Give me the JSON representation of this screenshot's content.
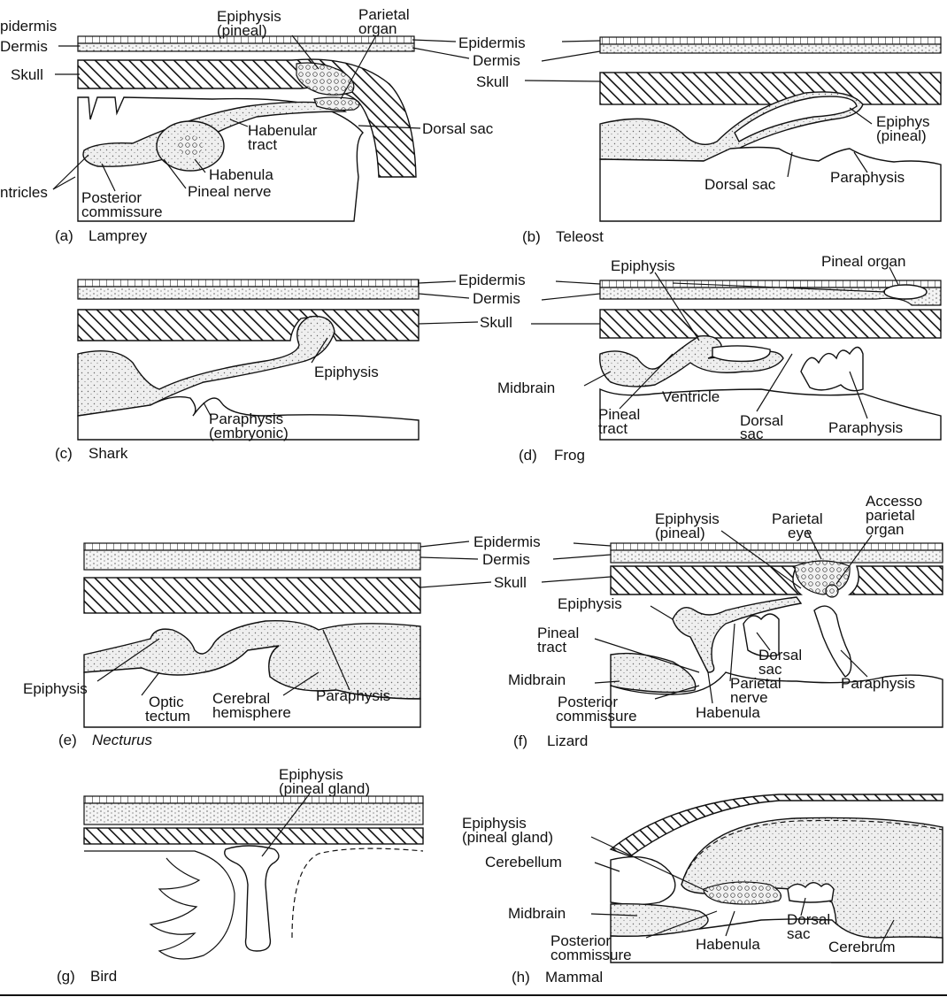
{
  "panels": {
    "a": {
      "caption_letter": "(a)",
      "caption_name": "Lamprey",
      "labels": {
        "epidermis": "pidermis",
        "dermis": "Dermis",
        "skull": "Skull",
        "epiphysis_l1": "Epiphysis",
        "epiphysis_l2": "(pineal)",
        "parietal_l1": "Parietal",
        "parietal_l2": "organ",
        "dorsal_sac": "Dorsal sac",
        "habenular_l1": "Habenular",
        "habenular_l2": "tract",
        "habenula": "Habenula",
        "ventricles": "ntricles",
        "posterior_l1": "Posterior",
        "posterior_l2": "commissure",
        "pineal_nerve": "Pineal nerve"
      }
    },
    "b": {
      "caption_letter": "(b)",
      "caption_name": "Teleost",
      "labels": {
        "epidermis": "Epidermis",
        "dermis": "Dermis",
        "skull": "Skull",
        "epiphys_l1": "Epiphys",
        "epiphys_l2": "(pineal)",
        "dorsal_sac": "Dorsal sac",
        "paraphysis": "Paraphysis"
      }
    },
    "c": {
      "caption_letter": "(c)",
      "caption_name": "Shark",
      "labels": {
        "epidermis": "Epidermis",
        "dermis": "Dermis",
        "skull": "Skull",
        "epiphysis": "Epiphysis",
        "paraphysis_l1": "Paraphysis",
        "paraphysis_l2": "(embryonic)"
      }
    },
    "d": {
      "caption_letter": "(d)",
      "caption_name": "Frog",
      "labels": {
        "epiphysis": "Epiphysis",
        "pineal_organ": "Pineal organ",
        "midbrain": "Midbrain",
        "ventricle": "Ventricle",
        "pineal_tract_l1": "Pineal",
        "pineal_tract_l2": "tract",
        "dorsal_sac_l1": "Dorsal",
        "dorsal_sac_l2": "sac",
        "paraphysis": "Paraphysis"
      }
    },
    "e": {
      "caption_letter": "(e)",
      "caption_name": "Necturus",
      "labels": {
        "epidermis": "Epidermis",
        "dermis": "Dermis",
        "skull": "Skull",
        "epiphysis": "Epiphysis",
        "optic_l1": "Optic",
        "optic_l2": "tectum",
        "cerebral_l1": "Cerebral",
        "cerebral_l2": "hemisphere",
        "paraphysis": "Paraphysis"
      }
    },
    "f": {
      "caption_letter": "(f)",
      "caption_name": "Lizard",
      "labels": {
        "epiphysis_pineal_l1": "Epiphysis",
        "epiphysis_pineal_l2": "(pineal)",
        "parietal_eye_l1": "Parietal",
        "parietal_eye_l2": "eye",
        "accessory_l1": "Accesso",
        "accessory_l2": "parietal",
        "accessory_l3": "organ",
        "epiphysis": "Epiphysis",
        "pineal_tract_l1": "Pineal",
        "pineal_tract_l2": "tract",
        "midbrain": "Midbrain",
        "dorsal_sac_l1": "Dorsal",
        "dorsal_sac_l2": "sac",
        "parietal_nerve_l1": "Parietal",
        "parietal_nerve_l2": "nerve",
        "paraphysis": "Paraphysis",
        "posterior_l1": "Posterior",
        "posterior_l2": "commissure",
        "habenula": "Habenula"
      }
    },
    "g": {
      "caption_letter": "(g)",
      "caption_name": "Bird",
      "labels": {
        "epiphysis_l1": "Epiphysis",
        "epiphysis_l2": "(pineal gland)"
      }
    },
    "h": {
      "caption_letter": "(h)",
      "caption_name": "Mammal",
      "labels": {
        "epiphysis_l1": "Epiphysis",
        "epiphysis_l2": "(pineal gland)",
        "cerebellum": "Cerebellum",
        "midbrain": "Midbrain",
        "posterior_l1": "Posterior",
        "posterior_l2": "commissure",
        "habenula": "Habenula",
        "dorsal_sac_l1": "Dorsal",
        "dorsal_sac_l2": "sac",
        "cerebrum": "Cerebrum"
      }
    }
  }
}
